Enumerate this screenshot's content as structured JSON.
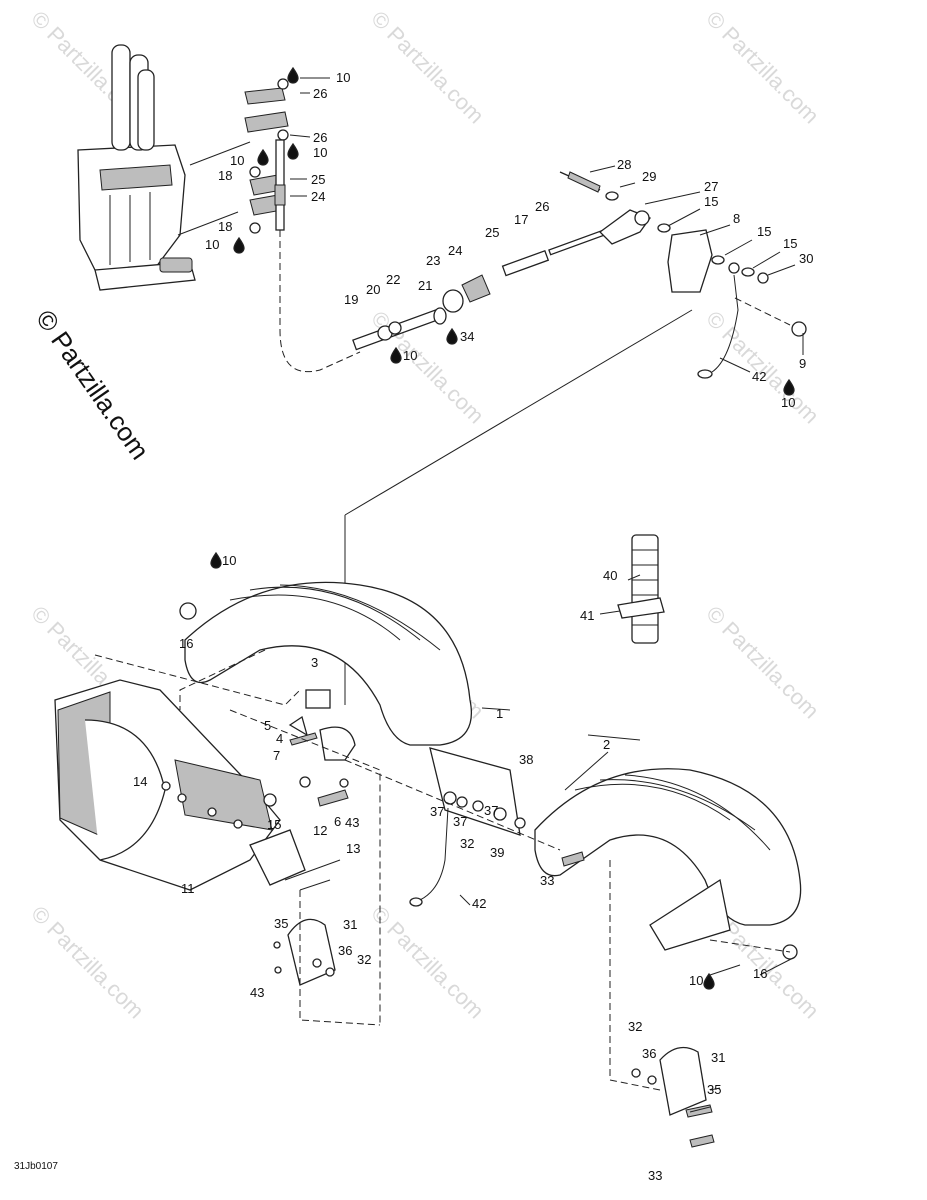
{
  "watermark": "© Partzilla.com",
  "side_watermark": "© Partzilla.com",
  "diagram_code": "31Jb0107",
  "oil_icon": "oil-drop-icon",
  "callouts": [
    {
      "id": "c10a",
      "text": "10"
    },
    {
      "id": "c26a",
      "text": "26"
    },
    {
      "id": "c26b",
      "text": "26"
    },
    {
      "id": "c10b",
      "text": "10"
    },
    {
      "id": "c10c",
      "text": "10"
    },
    {
      "id": "c18a",
      "text": "18"
    },
    {
      "id": "c25a",
      "text": "25"
    },
    {
      "id": "c24a",
      "text": "24"
    },
    {
      "id": "c18b",
      "text": "18"
    },
    {
      "id": "c10d",
      "text": "10"
    },
    {
      "id": "c28",
      "text": "28"
    },
    {
      "id": "c29",
      "text": "29"
    },
    {
      "id": "c27",
      "text": "27"
    },
    {
      "id": "c15a",
      "text": "15"
    },
    {
      "id": "c8",
      "text": "8"
    },
    {
      "id": "c15b",
      "text": "15"
    },
    {
      "id": "c15c",
      "text": "15"
    },
    {
      "id": "c30",
      "text": "30"
    },
    {
      "id": "c26c",
      "text": "26"
    },
    {
      "id": "c17",
      "text": "17"
    },
    {
      "id": "c25b",
      "text": "25"
    },
    {
      "id": "c24b",
      "text": "24"
    },
    {
      "id": "c23",
      "text": "23"
    },
    {
      "id": "c22",
      "text": "22"
    },
    {
      "id": "c21",
      "text": "21"
    },
    {
      "id": "c20",
      "text": "20"
    },
    {
      "id": "c19",
      "text": "19"
    },
    {
      "id": "c34",
      "text": "34"
    },
    {
      "id": "c10e",
      "text": "10"
    },
    {
      "id": "c9",
      "text": "9"
    },
    {
      "id": "c42a",
      "text": "42"
    },
    {
      "id": "c10f",
      "text": "10"
    },
    {
      "id": "c10g",
      "text": "10"
    },
    {
      "id": "c16a",
      "text": "16"
    },
    {
      "id": "c40",
      "text": "40"
    },
    {
      "id": "c41",
      "text": "41"
    },
    {
      "id": "c3",
      "text": "3"
    },
    {
      "id": "c1",
      "text": "1"
    },
    {
      "id": "c5",
      "text": "5"
    },
    {
      "id": "c4",
      "text": "4"
    },
    {
      "id": "c7",
      "text": "7"
    },
    {
      "id": "c14",
      "text": "14"
    },
    {
      "id": "c6",
      "text": "6"
    },
    {
      "id": "c43a",
      "text": "43"
    },
    {
      "id": "c15d",
      "text": "15"
    },
    {
      "id": "c12",
      "text": "12"
    },
    {
      "id": "c13",
      "text": "13"
    },
    {
      "id": "c11",
      "text": "11"
    },
    {
      "id": "c38",
      "text": "38"
    },
    {
      "id": "c2",
      "text": "2"
    },
    {
      "id": "c37a",
      "text": "37"
    },
    {
      "id": "c37b",
      "text": "37"
    },
    {
      "id": "c37c",
      "text": "37"
    },
    {
      "id": "c32a",
      "text": "32"
    },
    {
      "id": "c39",
      "text": "39"
    },
    {
      "id": "c33a",
      "text": "33"
    },
    {
      "id": "c42b",
      "text": "42"
    },
    {
      "id": "c35a",
      "text": "35"
    },
    {
      "id": "c31a",
      "text": "31"
    },
    {
      "id": "c36a",
      "text": "36"
    },
    {
      "id": "c32b",
      "text": "32"
    },
    {
      "id": "c43b",
      "text": "43"
    },
    {
      "id": "c10h",
      "text": "10"
    },
    {
      "id": "c16b",
      "text": "16"
    },
    {
      "id": "c32c",
      "text": "32"
    },
    {
      "id": "c36b",
      "text": "36"
    },
    {
      "id": "c31b",
      "text": "31"
    },
    {
      "id": "c35b",
      "text": "35"
    },
    {
      "id": "c33b",
      "text": "33"
    }
  ]
}
